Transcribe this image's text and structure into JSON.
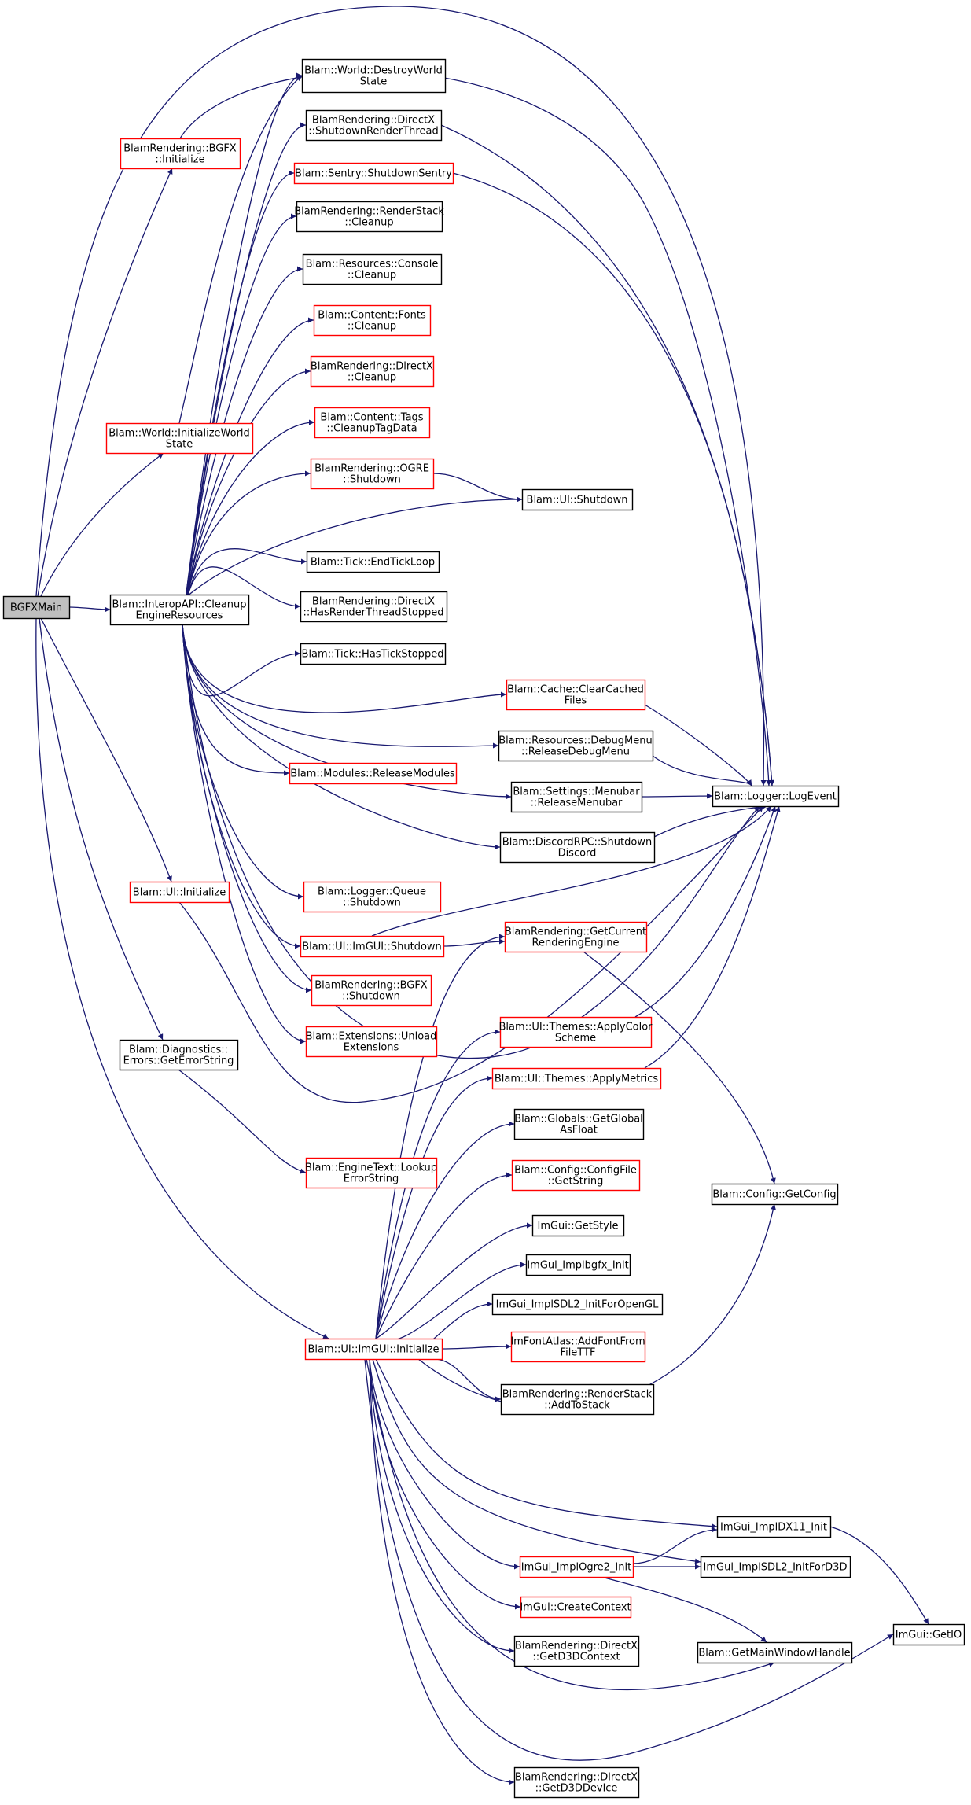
{
  "colors": {
    "edge": "#191970",
    "border_normal": "#000000",
    "border_red": "#ff0000",
    "root_fill": "#bfbfbf",
    "fill": "#ffffff"
  },
  "nodes": {
    "bgfxmain": {
      "lines": [
        "BGFXMain"
      ],
      "style": "root"
    },
    "bgfx_init": {
      "lines": [
        "BlamRendering::BGFX",
        "::Initialize"
      ],
      "style": "red"
    },
    "world_init": {
      "lines": [
        "Blam::World::InitializeWorld",
        "State"
      ],
      "style": "red"
    },
    "cleanup": {
      "lines": [
        "Blam::InteropAPI::Cleanup",
        "EngineResources"
      ],
      "style": "normal"
    },
    "ui_init": {
      "lines": [
        "Blam::UI::Initialize"
      ],
      "style": "red"
    },
    "diag": {
      "lines": [
        "Blam::Diagnostics::",
        "Errors::GetErrorString"
      ],
      "style": "normal"
    },
    "imgui_init": {
      "lines": [
        "Blam::UI::ImGUI::Initialize"
      ],
      "style": "red"
    },
    "destroy_world": {
      "lines": [
        "Blam::World::DestroyWorld",
        "State"
      ],
      "style": "normal"
    },
    "dx_shutdown_rt": {
      "lines": [
        "BlamRendering::DirectX",
        "::ShutdownRenderThread"
      ],
      "style": "normal"
    },
    "sentry": {
      "lines": [
        "Blam::Sentry::ShutdownSentry"
      ],
      "style": "red"
    },
    "renderstack_cleanup": {
      "lines": [
        "BlamRendering::RenderStack",
        "::Cleanup"
      ],
      "style": "normal"
    },
    "console_cleanup": {
      "lines": [
        "Blam::Resources::Console",
        "::Cleanup"
      ],
      "style": "normal"
    },
    "fonts_cleanup": {
      "lines": [
        "Blam::Content::Fonts",
        "::Cleanup"
      ],
      "style": "red"
    },
    "dx_cleanup": {
      "lines": [
        "BlamRendering::DirectX",
        "::Cleanup"
      ],
      "style": "red"
    },
    "tags_cleanup": {
      "lines": [
        "Blam::Content::Tags",
        "::CleanupTagData"
      ],
      "style": "red"
    },
    "ogre_shutdown": {
      "lines": [
        "BlamRendering::OGRE",
        "::Shutdown"
      ],
      "style": "red"
    },
    "ui_shutdown": {
      "lines": [
        "Blam::UI::Shutdown"
      ],
      "style": "normal"
    },
    "endtickloop": {
      "lines": [
        "Blam::Tick::EndTickLoop"
      ],
      "style": "normal"
    },
    "hasrtstopped": {
      "lines": [
        "BlamRendering::DirectX",
        "::HasRenderThreadStopped"
      ],
      "style": "normal"
    },
    "hastickstopped": {
      "lines": [
        "Blam::Tick::HasTickStopped"
      ],
      "style": "normal"
    },
    "clearcached": {
      "lines": [
        "Blam::Cache::ClearCached",
        "Files"
      ],
      "style": "red"
    },
    "debugmenu": {
      "lines": [
        "Blam::Resources::DebugMenu",
        "::ReleaseDebugMenu"
      ],
      "style": "normal"
    },
    "releasemodules": {
      "lines": [
        "Blam::Modules::ReleaseModules"
      ],
      "style": "red"
    },
    "menubar": {
      "lines": [
        "Blam::Settings::Menubar",
        "::ReleaseMenubar"
      ],
      "style": "normal"
    },
    "logevent": {
      "lines": [
        "Blam::Logger::LogEvent"
      ],
      "style": "normal"
    },
    "discord": {
      "lines": [
        "Blam::DiscordRPC::Shutdown",
        "Discord"
      ],
      "style": "normal"
    },
    "loggerqueue": {
      "lines": [
        "Blam::Logger::Queue",
        "::Shutdown"
      ],
      "style": "red"
    },
    "imgui_shutdown": {
      "lines": [
        "Blam::UI::ImGUI::Shutdown"
      ],
      "style": "red"
    },
    "getcurrentengine": {
      "lines": [
        "BlamRendering::GetCurrent",
        "RenderingEngine"
      ],
      "style": "red"
    },
    "bgfx_shutdown": {
      "lines": [
        "BlamRendering::BGFX",
        "::Shutdown"
      ],
      "style": "red"
    },
    "applycolor": {
      "lines": [
        "Blam::UI::Themes::ApplyColor",
        "Scheme"
      ],
      "style": "red"
    },
    "unloadext": {
      "lines": [
        "Blam::Extensions::Unload",
        "Extensions"
      ],
      "style": "red"
    },
    "applymetrics": {
      "lines": [
        "Blam::UI::Themes::ApplyMetrics"
      ],
      "style": "red"
    },
    "getglobal": {
      "lines": [
        "Blam::Globals::GetGlobal",
        "AsFloat"
      ],
      "style": "normal"
    },
    "lookup": {
      "lines": [
        "Blam::EngineText::Lookup",
        "ErrorString"
      ],
      "style": "red"
    },
    "configfile": {
      "lines": [
        "Blam::Config::ConfigFile",
        "::GetString"
      ],
      "style": "red"
    },
    "getconfig": {
      "lines": [
        "Blam::Config::GetConfig"
      ],
      "style": "normal"
    },
    "getstyle": {
      "lines": [
        "ImGui::GetStyle"
      ],
      "style": "normal"
    },
    "implbgfx": {
      "lines": [
        "ImGui_Implbgfx_Init"
      ],
      "style": "normal"
    },
    "sdl2gl": {
      "lines": [
        "ImGui_ImplSDL2_InitForOpenGL"
      ],
      "style": "normal"
    },
    "addfont": {
      "lines": [
        "ImFontAtlas::AddFontFrom",
        "FileTTF"
      ],
      "style": "red"
    },
    "addtostack": {
      "lines": [
        "BlamRendering::RenderStack",
        "::AddToStack"
      ],
      "style": "normal"
    },
    "dx11init": {
      "lines": [
        "ImGui_ImplDX11_Init"
      ],
      "style": "normal"
    },
    "ogre2init": {
      "lines": [
        "ImGui_ImplOgre2_Init"
      ],
      "style": "red"
    },
    "sdl2d3d": {
      "lines": [
        "ImGui_ImplSDL2_InitForD3D"
      ],
      "style": "normal"
    },
    "createctx": {
      "lines": [
        "ImGui::CreateContext"
      ],
      "style": "red"
    },
    "getio": {
      "lines": [
        "ImGui::GetIO"
      ],
      "style": "normal"
    },
    "getd3dctx": {
      "lines": [
        "BlamRendering::DirectX",
        "::GetD3DContext"
      ],
      "style": "normal"
    },
    "mainwnd": {
      "lines": [
        "Blam::GetMainWindowHandle"
      ],
      "style": "normal"
    },
    "getd3ddev": {
      "lines": [
        "BlamRendering::DirectX",
        "::GetD3DDevice"
      ],
      "style": "normal"
    }
  }
}
